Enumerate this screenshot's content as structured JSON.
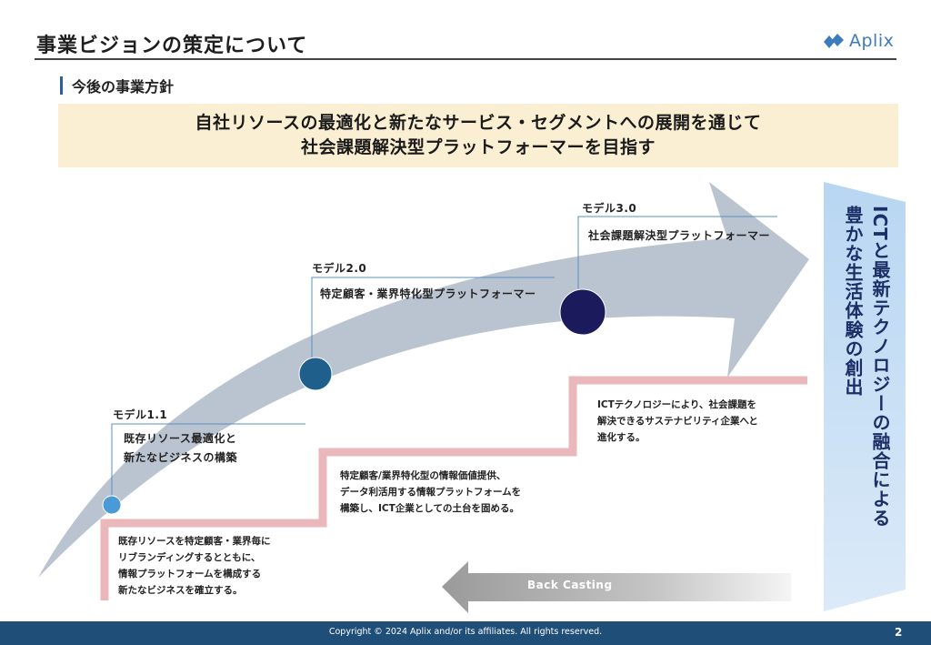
{
  "header": {
    "title": "事業ビジョンの策定について",
    "logo_text": "Aplix"
  },
  "section": {
    "label": "今後の事業方針"
  },
  "banner": {
    "line1": "自社リソースの最適化と新たなサービス・セグメントへの展開を通じて",
    "line2": "社会課題解決型プラットフォーマーを目指す"
  },
  "models": [
    {
      "label": "モデル1.1",
      "desc_line1": "既存リソース最適化と",
      "desc_line2": "新たなビジネスの構築"
    },
    {
      "label": "モデル2.0",
      "desc_line1": "特定顧客・業界特化型プラットフォーマー"
    },
    {
      "label": "モデル3.0",
      "desc_line1": "社会課題解決型プラットフォーマー"
    }
  ],
  "steps": [
    {
      "lines": [
        "既存リソースを特定顧客・業界毎に",
        "リブランディングするとともに、",
        "情報プラットフォームを構成する",
        "新たなビジネスを確立する。"
      ]
    },
    {
      "lines": [
        "特定顧客/業界特化型の情報価値提供、",
        "データ利活用する情報プラットフォームを",
        "構築し、ICT企業としての土台を固める。"
      ]
    },
    {
      "lines": [
        "ICTテクノロジーにより、社会課題を",
        "解決できるサステナビリティ企業へと",
        "進化する。"
      ]
    }
  ],
  "goal": {
    "col1": "ICTと最新テクノロジーの融合による",
    "col2": "豊かな生活体験の創出"
  },
  "backcasting": {
    "label": "Back Casting"
  },
  "footer": {
    "copyright": "Copyright © 2024  Aplix and/or its affiliates. All rights reserved.",
    "page_number": "2"
  },
  "colors": {
    "accent": "#1f4e79",
    "banner_bg": "#fbefd3",
    "arrow": "#b3bccb",
    "stair": "#eab7ba",
    "dot1": "#4a9ad8",
    "dot2": "#1f5f8b",
    "dot3": "#1b1a5c",
    "goal_panel": "#a9cdee"
  }
}
